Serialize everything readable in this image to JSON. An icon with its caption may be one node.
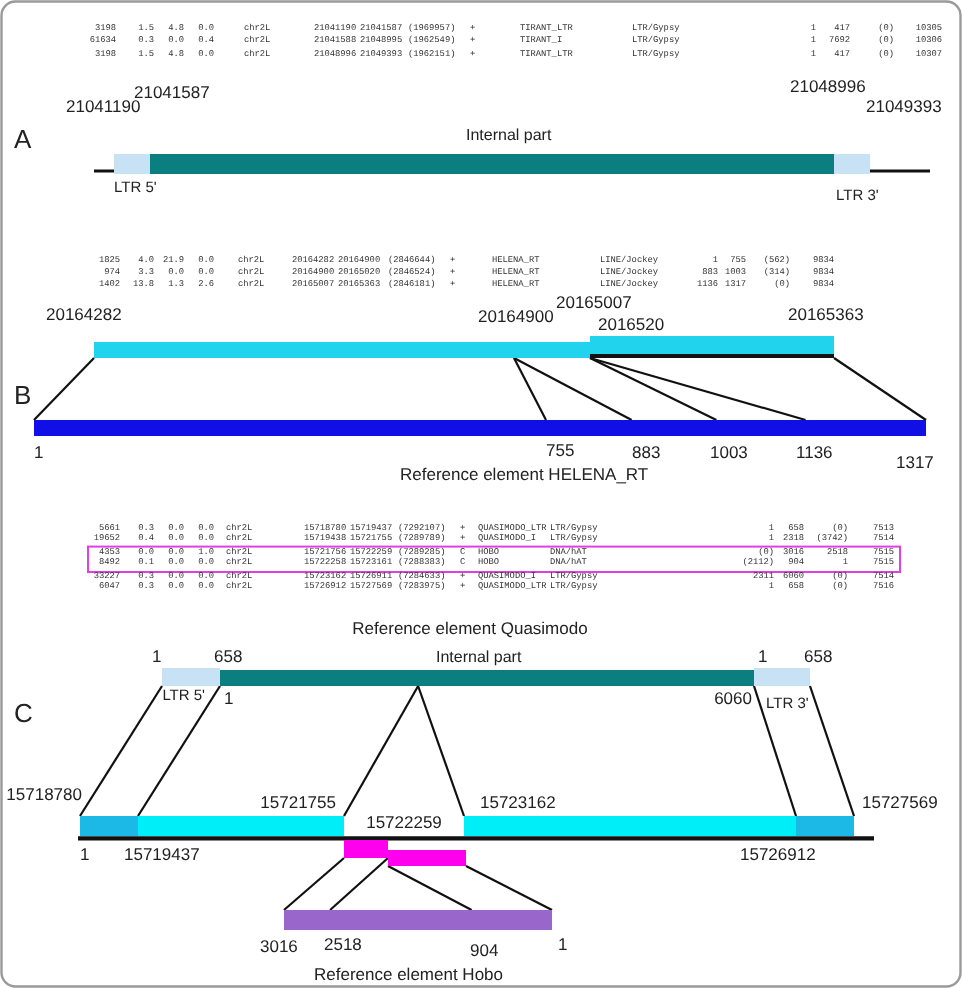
{
  "diagram": {
    "nodes": [
      {
        "text": [],
        "shape": "bar",
        "beside": [
          "21041587",
          "21041190",
          "LTR 5'"
        ]
      },
      {
        "text": [],
        "shape": "bar",
        "beside": [
          "Internal part"
        ]
      },
      {
        "text": [],
        "shape": "bar",
        "beside": [
          "21048996",
          "21049393",
          "LTR 3'"
        ]
      },
      {
        "text": [],
        "shape": "bar",
        "beside": [
          "20164282",
          "20164900"
        ]
      },
      {
        "text": [],
        "shape": "bar",
        "beside": [
          "2016520"
        ]
      },
      {
        "text": [],
        "shape": "bar",
        "beside": [
          "20165007",
          "20165363"
        ]
      },
      {
        "text": [],
        "shape": "bar",
        "beside": [
          "1",
          "755",
          "883",
          "1003",
          "1136",
          "1317",
          "Reference element HELENA_RT"
        ]
      },
      {
        "text": [],
        "shape": "bar",
        "beside": [
          "1",
          "658",
          "LTR 5'"
        ]
      },
      {
        "text": [],
        "shape": "bar",
        "beside": [
          "Reference element Quasimodo",
          "Internal part",
          "1",
          "6060"
        ]
      },
      {
        "text": [],
        "shape": "bar",
        "beside": [
          "1",
          "658",
          "LTR 3'"
        ]
      },
      {
        "text": [],
        "shape": "bar",
        "beside": [
          "15718780",
          "1",
          "15719437"
        ]
      },
      {
        "text": [],
        "shape": "bar",
        "beside": [
          "15721755"
        ]
      },
      {
        "text": [],
        "shape": "bar",
        "beside": [
          "15723162"
        ]
      },
      {
        "text": [],
        "shape": "bar",
        "beside": [
          "15727569",
          "15726912"
        ]
      },
      {
        "text": [],
        "shape": "bar",
        "beside": [
          "15722259"
        ]
      },
      {
        "text": [],
        "shape": "bar"
      },
      {
        "text": [],
        "shape": "bar",
        "beside": [
          "3016",
          "2518",
          "904",
          "1",
          "Reference element Hobo"
        ]
      }
    ],
    "edges": [
      {
        "from": 3,
        "to": 6,
        "arrow": "none"
      },
      {
        "from": 3,
        "to": 6,
        "arrow": "none"
      },
      {
        "from": 4,
        "to": 6,
        "arrow": "none"
      },
      {
        "from": 4,
        "to": 6,
        "arrow": "none"
      },
      {
        "from": 5,
        "to": 6,
        "arrow": "none"
      },
      {
        "from": 5,
        "to": 6,
        "arrow": "none"
      },
      {
        "from": 7,
        "to": 10,
        "arrow": "none"
      },
      {
        "from": 7,
        "to": 10,
        "arrow": "none"
      },
      {
        "from": 8,
        "to": 11,
        "arrow": "none"
      },
      {
        "from": 8,
        "to": 12,
        "arrow": "none"
      },
      {
        "from": 8,
        "to": 12,
        "arrow": "none"
      },
      {
        "from": 9,
        "to": 13,
        "arrow": "none"
      },
      {
        "from": 14,
        "to": 16,
        "arrow": "none"
      },
      {
        "from": 14,
        "to": 16,
        "arrow": "none"
      },
      {
        "from": 15,
        "to": 16,
        "arrow": "none"
      },
      {
        "from": 15,
        "to": 16,
        "arrow": "none"
      }
    ],
    "labels": [
      "3198",
      "1.5",
      "4.8",
      "0.0",
      "chr2L",
      "21041190",
      "21041587",
      "(1969957)",
      "+",
      "TIRANT_LTR",
      "LTR/Gypsy",
      "1",
      "417",
      "(0)",
      "10305",
      "61634",
      "0.3",
      "0.0",
      "0.4",
      "chr2L",
      "21041588",
      "21048995",
      "(1962549)",
      "+",
      "TIRANT_I",
      "LTR/Gypsy",
      "1",
      "7692",
      "(0)",
      "10306",
      "3198",
      "1.5",
      "4.8",
      "0.0",
      "chr2L",
      "21048996",
      "21049393",
      "(1962151)",
      "+",
      "TIRANT_LTR",
      "LTR/Gypsy",
      "1",
      "417",
      "(0)",
      "10307",
      "A",
      "1825",
      "4.0",
      "21.9",
      "0.0",
      "chr2L",
      "20164282",
      "20164900",
      "(2846644)",
      "+",
      "HELENA_RT",
      "LINE/Jockey",
      "1",
      "755",
      "(562)",
      "9834",
      "974",
      "3.3",
      "0.0",
      "0.0",
      "chr2L",
      "20164900",
      "20165020",
      "(2846524)",
      "+",
      "HELENA_RT",
      "LINE/Jockey",
      "883",
      "1003",
      "(314)",
      "9834",
      "1402",
      "13.8",
      "1.3",
      "2.6",
      "chr2L",
      "20165007",
      "20165363",
      "(2846181)",
      "+",
      "HELENA_RT",
      "LINE/Jockey",
      "1136",
      "1317",
      "(0)",
      "9834",
      "B",
      "5661",
      "0.3",
      "0.0",
      "0.0",
      "chr2L",
      "15718780",
      "15719437",
      "(7292107)",
      "+",
      "QUASIMODO_LTR",
      "LTR/Gypsy",
      "1",
      "658",
      "(0)",
      "7513",
      "19652",
      "0.4",
      "0.0",
      "0.0",
      "chr2L",
      "15719438",
      "15721755",
      "(7289789)",
      "+",
      "QUASIMODO_I",
      "LTR/Gypsy",
      "1",
      "2318",
      "(3742)",
      "7514",
      "4353",
      "0.0",
      "0.0",
      "1.0",
      "chr2L",
      "15721756",
      "15722259",
      "(7289285)",
      "C",
      "HOBO",
      "DNA/hAT",
      "(0)",
      "3016",
      "2518",
      "7515",
      "8492",
      "0.1",
      "0.0",
      "0.0",
      "chr2L",
      "15722258",
      "15723161",
      "(7288383)",
      "C",
      "HOBO",
      "DNA/hAT",
      "(2112)",
      "904",
      "1",
      "7515",
      "33227",
      "0.3",
      "0.0",
      "0.0",
      "chr2L",
      "15723162",
      "15726911",
      "(7284633)",
      "+",
      "QUASIMODO_I",
      "LTR/Gypsy",
      "2311",
      "6060",
      "(0)",
      "7514",
      "6047",
      "0.3",
      "0.0",
      "0.0",
      "chr2L",
      "15726912",
      "15727569",
      "(7283975)",
      "+",
      "QUASIMODO_LTR",
      "LTR/Gypsy",
      "1",
      "658",
      "(0)",
      "7516",
      "C"
    ]
  }
}
